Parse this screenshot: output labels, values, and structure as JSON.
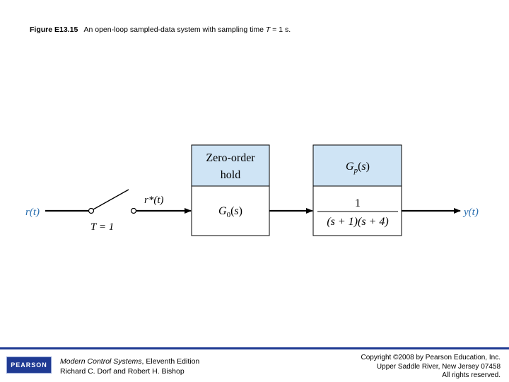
{
  "caption": {
    "figure_label": "Figure E13.15",
    "text_before": "An open-loop sampled-data system with sampling time ",
    "symbol": "T",
    "text_after": " = 1 s."
  },
  "diagram": {
    "input_label": "r(t)",
    "sampler_period_label": "T = 1",
    "sampled_signal_label": "r*(t)",
    "block1": {
      "header_line1": "Zero-order",
      "header_line2": "hold",
      "body": "G0(s)"
    },
    "block2": {
      "header": "Gp(s)",
      "numerator": "1",
      "denominator": "(s + 1)(s + 4)"
    },
    "output_label": "y(t)",
    "colors": {
      "block_header": "#cfe4f5",
      "signal_label": "#2a6fb0",
      "wire": "#000000"
    }
  },
  "footer": {
    "logo_text": "PEARSON",
    "book_title": "Modern Control Systems",
    "book_edition": ", Eleventh Edition",
    "authors": "Richard C. Dorf and Robert H. Bishop",
    "copyright_line1": "Copyright ©2008 by Pearson Education, Inc.",
    "copyright_line2": "Upper Saddle River, New Jersey 07458",
    "copyright_line3": "All rights reserved.",
    "accent_color": "#1f3a93"
  }
}
